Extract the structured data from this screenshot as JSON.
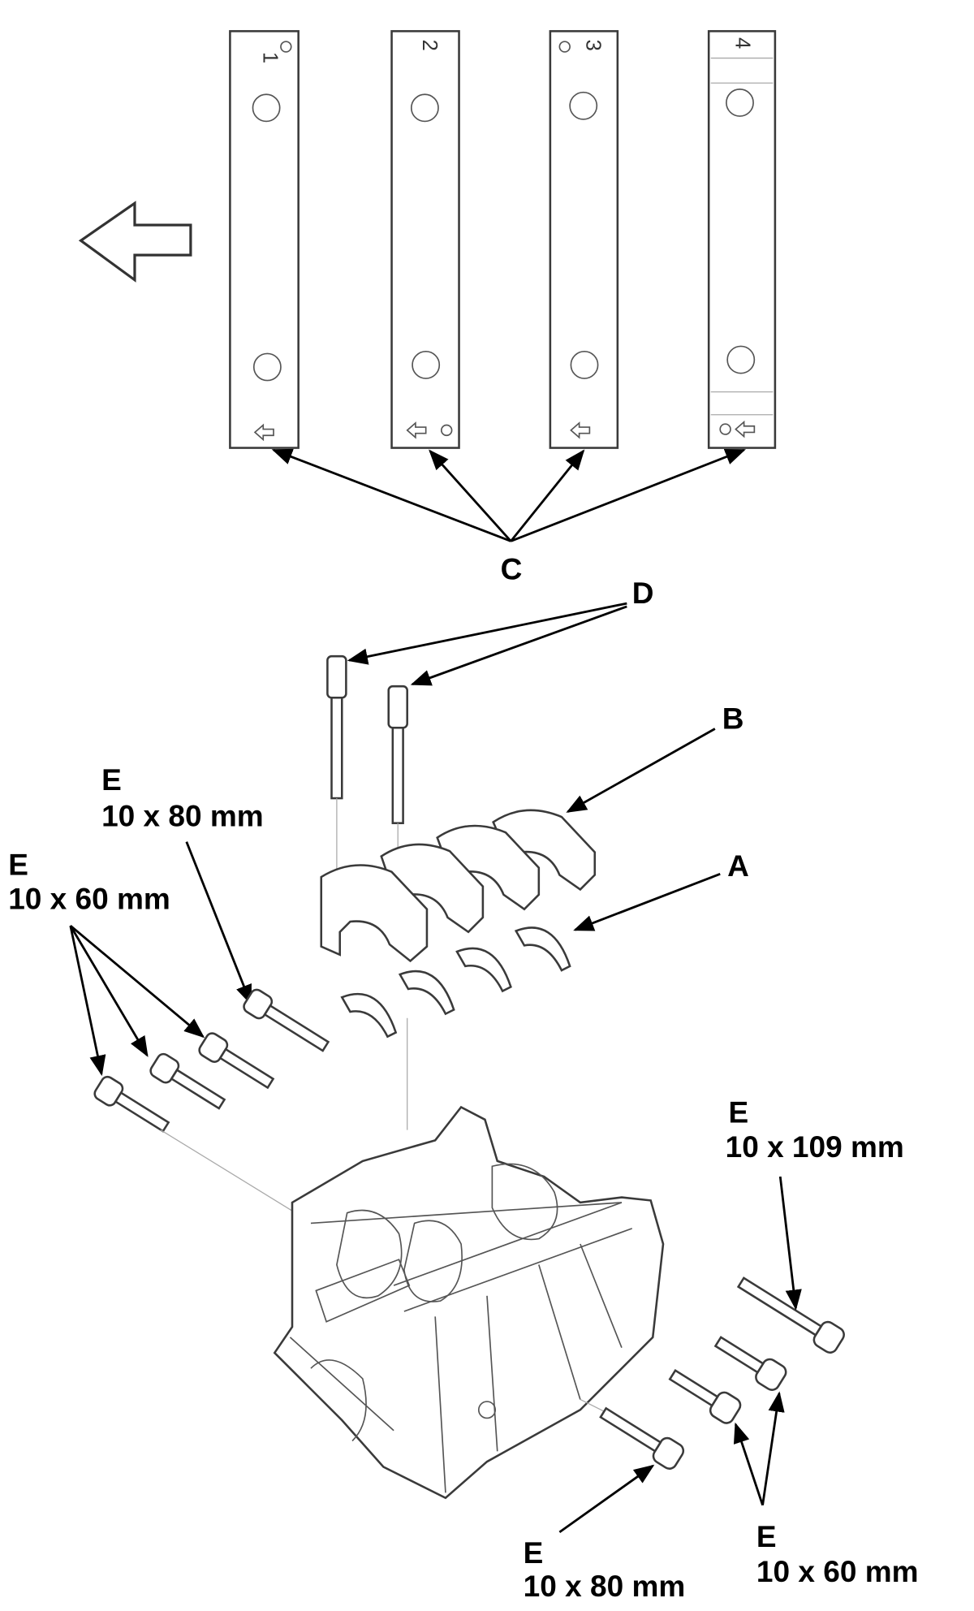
{
  "bar_marks": [
    "1",
    "2",
    "3",
    "4"
  ],
  "labels": {
    "A": "A",
    "B": "B",
    "C": "C",
    "D": "D",
    "E_80_left": {
      "letter": "E",
      "size": "10 x 80 mm"
    },
    "E_60_left": {
      "letter": "E",
      "size": "10 x 60 mm"
    },
    "E_109_right": {
      "letter": "E",
      "size": "10 x 109 mm"
    },
    "E_80_bottom": {
      "letter": "E",
      "size": "10 x 80 mm"
    },
    "E_60_bottom": {
      "letter": "E",
      "size": "10 x 60 mm"
    }
  },
  "icons": {
    "direction": "front-arrow-left-icon"
  }
}
